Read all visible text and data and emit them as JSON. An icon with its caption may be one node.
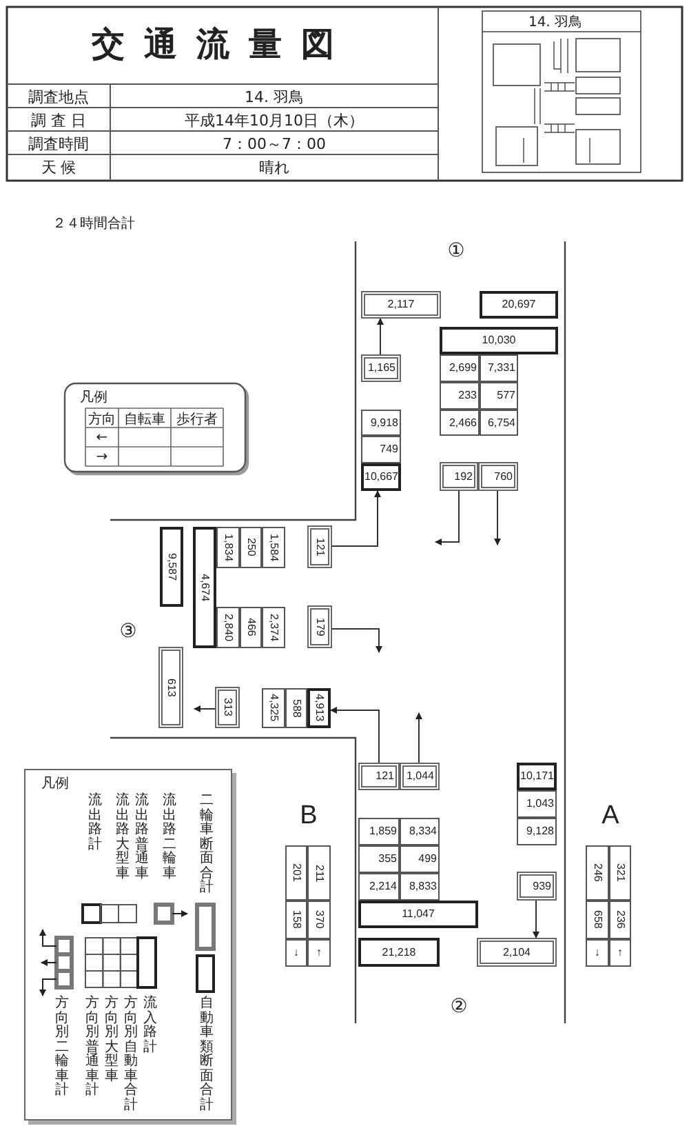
{
  "diagram": {
    "title": "交通流量図",
    "nodes": [
      {
        "text": [
          "2,117"
        ]
      },
      {
        "text": [
          "20,697"
        ]
      },
      {
        "text": [
          "10,030"
        ]
      },
      {
        "text": [
          "2,699"
        ]
      },
      {
        "text": [
          "7,331"
        ]
      },
      {
        "text": [
          "233"
        ]
      },
      {
        "text": [
          "577"
        ]
      },
      {
        "text": [
          "2,466"
        ]
      },
      {
        "text": [
          "6,754"
        ]
      },
      {
        "text": [
          "1,165"
        ]
      },
      {
        "text": [
          "9,918"
        ]
      },
      {
        "text": [
          "749"
        ]
      },
      {
        "text": [
          "10,667"
        ]
      },
      {
        "text": [
          "192"
        ]
      },
      {
        "text": [
          "760"
        ]
      },
      {
        "text": [
          "9,587"
        ]
      },
      {
        "text": [
          "4,674"
        ]
      },
      {
        "text": [
          "1,834"
        ]
      },
      {
        "text": [
          "250"
        ]
      },
      {
        "text": [
          "1,584"
        ]
      },
      {
        "text": [
          "2,840"
        ]
      },
      {
        "text": [
          "466"
        ]
      },
      {
        "text": [
          "2,374"
        ]
      },
      {
        "text": [
          "121"
        ]
      },
      {
        "text": [
          "179"
        ]
      },
      {
        "text": [
          "613"
        ]
      },
      {
        "text": [
          "313"
        ]
      },
      {
        "text": [
          "4,325"
        ]
      },
      {
        "text": [
          "588"
        ]
      },
      {
        "text": [
          "4,913"
        ]
      },
      {
        "text": [
          "121"
        ]
      },
      {
        "text": [
          "1,044"
        ]
      },
      {
        "text": [
          "1,859"
        ]
      },
      {
        "text": [
          "8,334"
        ]
      },
      {
        "text": [
          "355"
        ]
      },
      {
        "text": [
          "499"
        ]
      },
      {
        "text": [
          "2,214"
        ]
      },
      {
        "text": [
          "8,833"
        ]
      },
      {
        "text": [
          "11,047"
        ]
      },
      {
        "text": [
          "21,218"
        ]
      },
      {
        "text": [
          "2,104"
        ]
      },
      {
        "text": [
          "10,171"
        ]
      },
      {
        "text": [
          "1,043"
        ]
      },
      {
        "text": [
          "9,128"
        ]
      },
      {
        "text": [
          "939"
        ]
      },
      {
        "text": [
          "201"
        ]
      },
      {
        "text": [
          "211"
        ]
      },
      {
        "text": [
          "158"
        ]
      },
      {
        "text": [
          "370"
        ]
      },
      {
        "text": [
          "↓"
        ]
      },
      {
        "text": [
          "↑"
        ]
      },
      {
        "text": [
          "246"
        ]
      },
      {
        "text": [
          "321"
        ]
      },
      {
        "text": [
          "658"
        ]
      },
      {
        "text": [
          "236"
        ]
      },
      {
        "text": [
          "↓"
        ]
      },
      {
        "text": [
          "↑"
        ]
      }
    ],
    "edges": [
      {
        "from": 9,
        "to": 0,
        "arrow": "to"
      },
      {
        "from": 13,
        "to": null,
        "arrow": "to"
      },
      {
        "from": 14,
        "to": null,
        "arrow": "to"
      },
      {
        "from": 23,
        "to": 12,
        "arrow": "to"
      },
      {
        "from": 24,
        "to": null,
        "arrow": "to"
      },
      {
        "from": 26,
        "to": null,
        "arrow": "to"
      },
      {
        "from": 30,
        "to": 29,
        "arrow": "to"
      },
      {
        "from": 31,
        "to": null,
        "arrow": "to"
      },
      {
        "from": 44,
        "to": 40,
        "arrow": "to"
      }
    ],
    "labels": [
      "調査地点",
      "14. 羽鳥",
      "調 査 日",
      "平成14年10月10日（木）",
      "調査時間",
      "7：00～7：00",
      "天 候",
      "晴れ",
      "14. 羽鳥",
      "２４時間合計",
      "①",
      "②",
      "③",
      "B",
      "A",
      "凡例",
      "方向",
      "自転車",
      "歩行者",
      "←",
      "→",
      "凡例",
      "二輪車断面合計",
      "流出路二輪車",
      "流出路普通車",
      "流出路大型車",
      "流出路計",
      "自動車類断面合計",
      "流入路計",
      "方向別自動車合計",
      "方向別大型車",
      "方向別普通車計",
      "方向別二輪車計"
    ]
  }
}
